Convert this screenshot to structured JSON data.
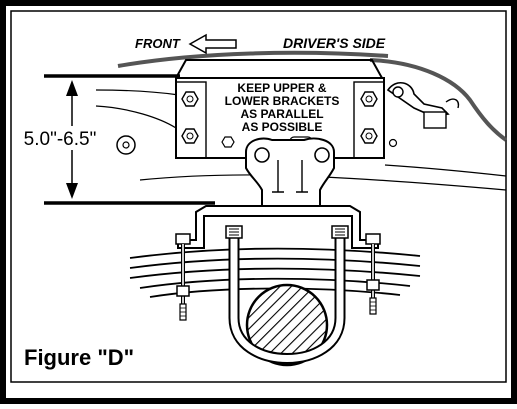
{
  "figure": {
    "direction_label": "FRONT",
    "side_label": "DRIVER'S SIDE",
    "instruction_lines": [
      "KEEP UPPER &",
      "LOWER BRACKETS",
      "AS PARALLEL",
      "AS POSSIBLE"
    ],
    "dimension_label": "5.0\"-6.5\"",
    "caption": "Figure \"D\""
  }
}
